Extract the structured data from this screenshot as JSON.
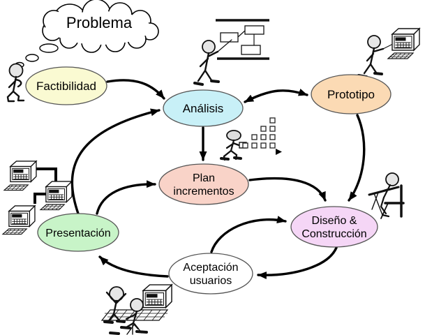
{
  "diagram": {
    "thought_bubble": {
      "text": "Problema"
    },
    "nodes": {
      "factibilidad": {
        "label": "Factibilidad",
        "fill": "#FAFAD2"
      },
      "analisis": {
        "label": "Análisis",
        "fill": "#C8F0F7"
      },
      "prototipo": {
        "label": "Prototipo",
        "fill": "#FBDAB4"
      },
      "plan_incrementos": {
        "line1": "Plan",
        "line2": "incrementos",
        "fill": "#F9D3C8"
      },
      "presentacion": {
        "label": "Presentación",
        "fill": "#C8F4C8"
      },
      "diseno_construccion": {
        "line1": "Diseño &",
        "line2": "Construcción",
        "fill": "#F5D6F6"
      },
      "aceptacion_usuarios": {
        "line1": "Aceptación",
        "line2": "usuarios",
        "fill": "#FFFFFF"
      }
    },
    "edges": [
      {
        "from": "Factibilidad",
        "to": "Análisis"
      },
      {
        "from": "Presentación",
        "to": "Análisis"
      },
      {
        "from": "Análisis",
        "to": "Prototipo",
        "bidirectional": true
      },
      {
        "from": "Análisis",
        "to": "Plan incrementos"
      },
      {
        "from": "Presentación",
        "to": "Plan incrementos"
      },
      {
        "from": "Plan incrementos",
        "to": "Diseño & Construcción"
      },
      {
        "from": "Prototipo",
        "to": "Diseño & Construcción"
      },
      {
        "from": "Aceptación usuarios",
        "to": "Diseño & Construcción"
      },
      {
        "from": "Diseño & Construcción",
        "to": "Aceptación usuarios"
      },
      {
        "from": "Aceptación usuarios",
        "to": "Presentación"
      }
    ],
    "icons": {
      "thinking_person": "stick figure thinking of problem",
      "presenter_whiteboard": "stick figure presenting flowchart on board",
      "person_pointing_computer": "stick figure pointing at desktop computer",
      "walking_person_increments": "stick figure beside increment blocks",
      "person_drafting_table": "stick figure seated at drafting table",
      "networked_computers": "three desktop computers connected by cables",
      "celebrating_users": "stick figures accepting system at computer"
    },
    "colors": {
      "arrow": "#000000",
      "node_border": "#555555",
      "background": "#FFFFFF"
    }
  }
}
